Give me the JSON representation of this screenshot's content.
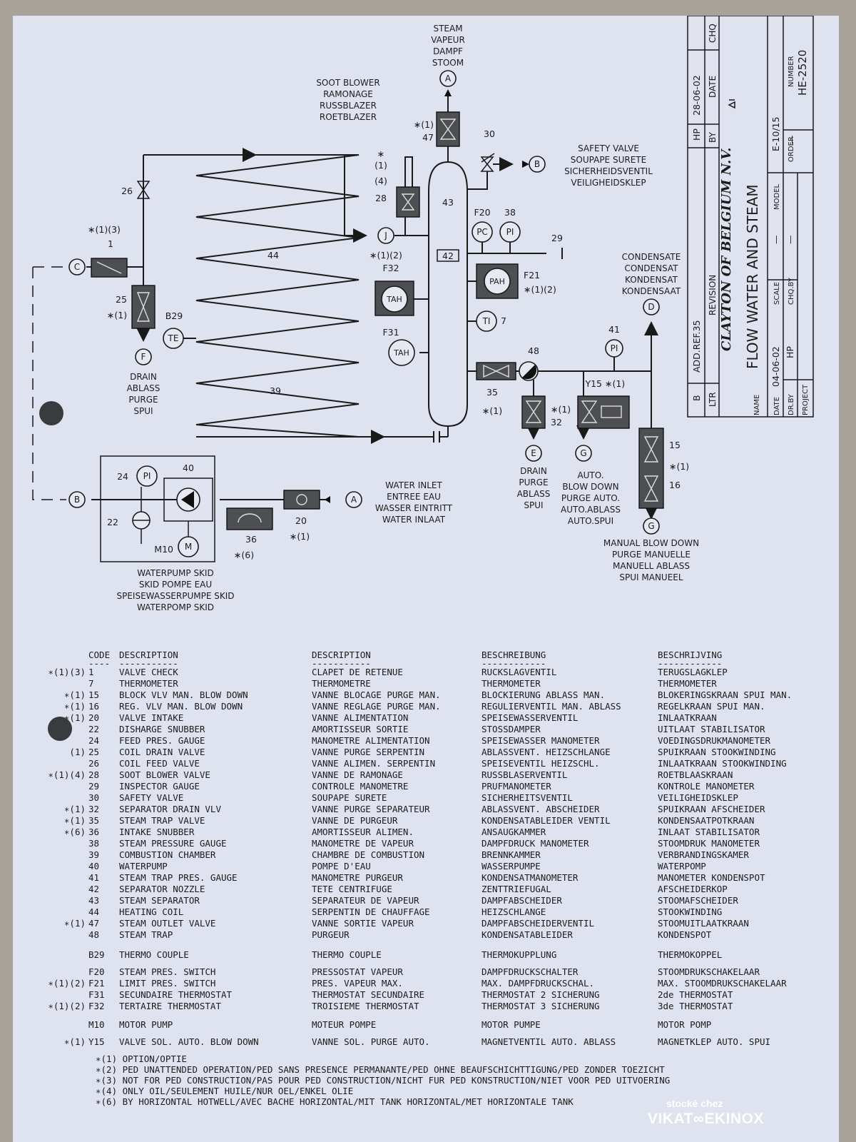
{
  "title_block": {
    "rev_letter": "B",
    "rev_text": "ADD.REF.35",
    "rev_by": "HP",
    "rev_date": "28-06-02",
    "h_ltr": "LTR",
    "h_revision": "REVISION",
    "h_by": "BY",
    "h_date": "DATE",
    "h_chq": "CHQ",
    "company": "CLAYTON OF BELGIUM N.V.",
    "h_name": "NAME",
    "drawing_name": "FLOW WATER AND STEAM",
    "h_date2": "DATE",
    "date_value": "04-06-02",
    "h_scale": "SCALE",
    "scale_value": "—",
    "h_model": "MODEL",
    "model_value": "E-10/15",
    "h_drby": "DR.BY",
    "drby_value": "HP",
    "h_chqby": "CHQ.BY",
    "chqby_value": "—",
    "h_order": "ORDER",
    "order_value": "—",
    "h_number": "NUMBER",
    "number_value": "HE-2520",
    "h_project": "PROJECT"
  },
  "diagram": {
    "steam": [
      "STEAM",
      "VAPEUR",
      "DAMPF",
      "STOOM"
    ],
    "soot_blower": [
      "SOOT BLOWER",
      "RAMONAGE",
      "RUSSBLAZER",
      "ROETBLAZER"
    ],
    "safety_valve": [
      "SAFETY VALVE",
      "SOUPAPE SURETE",
      "SICHERHEIDSVENTIL",
      "VEILIGHEIDSKLEP"
    ],
    "condensate": [
      "CONDENSATE",
      "CONDENSAT",
      "KONDENSAT",
      "KONDENSAAT"
    ],
    "drain_f": [
      "DRAIN",
      "ABLASS",
      "PURGE",
      "SPUI"
    ],
    "drain_e": [
      "DRAIN",
      "PURGE",
      "ABLASS",
      "SPUI"
    ],
    "auto_blow": [
      "AUTO.",
      "BLOW DOWN",
      "PURGE AUTO.",
      "AUTO.ABLASS",
      "AUTO.SPUI"
    ],
    "water_inlet": [
      "WATER INLET",
      "ENTREE EAU",
      "WASSER EINTRITT",
      "WATER INLAAT"
    ],
    "manual_blow": [
      "MANUAL BLOW DOWN",
      "PURGE MANUELLE",
      "MANUELL ABLASS",
      "SPUI MANUEEL"
    ],
    "pump_skid": [
      "WATERPUMP SKID",
      "SKID POMPE EAU",
      "SPEISEWASSERPUMPE SKID",
      "WATERPOMP SKID"
    ],
    "connectors": {
      "A": "A",
      "B": "B",
      "C": "C",
      "D": "D",
      "E": "E",
      "F": "F",
      "G": "G",
      "J": "J"
    },
    "instruments": {
      "PC": "PC",
      "PI": "PI",
      "TAH": "TAH",
      "TI": "TI",
      "TE": "TE",
      "M": "M",
      "PAH": "PAH"
    },
    "tags": {
      "t1": "1",
      "t7": "7",
      "t15": "15",
      "t16": "16",
      "t20": "20",
      "t22": "22",
      "t24": "24",
      "t25": "25",
      "t26": "26",
      "t28": "28",
      "t29": "29",
      "t30": "30",
      "t32": "32",
      "t35": "35",
      "t36": "36",
      "t38": "38",
      "t39": "39",
      "t40": "40",
      "t41": "41",
      "t42": "42",
      "t43": "43",
      "t44": "44",
      "t47": "47",
      "t48": "48",
      "tB29": "B29",
      "tF20": "F20",
      "tF21": "F21",
      "tF31": "F31",
      "tF32": "F32",
      "tM10": "M10",
      "tY15": "Y15"
    },
    "notes": {
      "n_1": "∗(1)",
      "n_1_3": "∗(1)(3)",
      "n_1_2": "∗(1)(2)",
      "n_6": "∗(6)",
      "n_star": "∗",
      "n_p1": "(1)",
      "n_p4": "(4)",
      "n_y15": "∗(1)"
    }
  },
  "legend": {
    "headers": {
      "code": "CODE",
      "en": "DESCRIPTION",
      "fr": "DESCRIPTION",
      "de": "BESCHREIBUNG",
      "nl": "BESCHRIJVING"
    },
    "underlines": {
      "code": "----",
      "en": "-----------",
      "fr": "-----------",
      "de": "------------",
      "nl": "------------"
    },
    "rows": [
      {
        "mark": "∗(1)(3)",
        "code": "1",
        "en": "VALVE CHECK",
        "fr": "CLAPET DE RETENUE",
        "de": "RUCKSLAGVENTIL",
        "nl": "TERUGSLAGKLEP"
      },
      {
        "mark": "",
        "code": "7",
        "en": "THERMOMETER",
        "fr": "THERMOMETRE",
        "de": "THERMOMETER",
        "nl": "THERMOMETER"
      },
      {
        "mark": "∗(1)",
        "code": "15",
        "en": "BLOCK VLV MAN. BLOW DOWN",
        "fr": "VANNE BLOCAGE PURGE MAN.",
        "de": "BLOCKIERUNG ABLASS MAN.",
        "nl": "BLOKERINGSKRAAN SPUI MAN."
      },
      {
        "mark": "∗(1)",
        "code": "16",
        "en": "REG. VLV MAN. BLOW DOWN",
        "fr": "VANNE REGLAGE PURGE MAN.",
        "de": "REGULIERVENTIL MAN. ABLASS",
        "nl": "REGELKRAAN SPUI MAN."
      },
      {
        "mark": "∗(1)",
        "code": "20",
        "en": "VALVE INTAKE",
        "fr": "VANNE ALIMENTATION",
        "de": "SPEISEWASSERVENTIL",
        "nl": "INLAATKRAAN"
      },
      {
        "mark": "",
        "code": "22",
        "en": "DISHARGE SNUBBER",
        "fr": "AMORTISSEUR SORTIE",
        "de": "STOSSDAMPER",
        "nl": "UITLAAT STABILISATOR"
      },
      {
        "mark": "",
        "code": "24",
        "en": "FEED PRES. GAUGE",
        "fr": "MANOMETRE ALIMENTATION",
        "de": "SPEISEWASSER MANOMETER",
        "nl": "VOEDINGSDRUKMANOMETER"
      },
      {
        "mark": "(1)",
        "code": "25",
        "en": "COIL DRAIN VALVE",
        "fr": "VANNE PURGE SERPENTIN",
        "de": "ABLASSVENT. HEIZSCHLANGE",
        "nl": "SPUIKRAAN STOOKWINDING"
      },
      {
        "mark": "",
        "code": "26",
        "en": "COIL FEED VALVE",
        "fr": "VANNE ALIMEN. SERPENTIN",
        "de": "SPEISEVENTIL HEIZSCHL.",
        "nl": "INLAATKRAAN STOOKWINDING"
      },
      {
        "mark": "∗(1)(4)",
        "code": "28",
        "en": "SOOT BLOWER VALVE",
        "fr": "VANNE DE RAMONAGE",
        "de": "RUSSBLASERVENTIL",
        "nl": "ROETBLAASKRAAN"
      },
      {
        "mark": "",
        "code": "29",
        "en": "INSPECTOR GAUGE",
        "fr": "CONTROLE MANOMETRE",
        "de": "PRUFMANOMETER",
        "nl": "KONTROLE MANOMETER"
      },
      {
        "mark": "",
        "code": "30",
        "en": "SAFETY VALVE",
        "fr": "SOUPAPE SURETE",
        "de": "SICHERHEITSVENTIL",
        "nl": "VEILIGHEIDSKLEP"
      },
      {
        "mark": "∗(1)",
        "code": "32",
        "en": "SEPARATOR DRAIN VLV",
        "fr": "VANNE PURGE SEPARATEUR",
        "de": "ABLASSVENT. ABSCHEIDER",
        "nl": "SPUIKRAAN AFSCHEIDER"
      },
      {
        "mark": "∗(1)",
        "code": "35",
        "en": "STEAM TRAP VALVE",
        "fr": "VANNE DE PURGEUR",
        "de": "KONDENSATABLEIDER VENTIL",
        "nl": "KONDENSAATPOTKRAAN"
      },
      {
        "mark": "∗(6)",
        "code": "36",
        "en": "INTAKE SNUBBER",
        "fr": "AMORTISSEUR ALIMEN.",
        "de": "ANSAUGKAMMER",
        "nl": "INLAAT STABILISATOR"
      },
      {
        "mark": "",
        "code": "38",
        "en": "STEAM PRESSURE GAUGE",
        "fr": "MANOMETRE DE VAPEUR",
        "de": "DAMPFDRUCK MANOMETER",
        "nl": "STOOMDRUK MANOMETER"
      },
      {
        "mark": "",
        "code": "39",
        "en": "COMBUSTION CHAMBER",
        "fr": "CHAMBRE DE COMBUSTION",
        "de": "BRENNKAMMER",
        "nl": "VERBRANDINGSKAMER"
      },
      {
        "mark": "",
        "code": "40",
        "en": "WATERPUMP",
        "fr": "POMPE D'EAU",
        "de": "WASSERPUMPE",
        "nl": "WATERPOMP"
      },
      {
        "mark": "",
        "code": "41",
        "en": "STEAM TRAP PRES. GAUGE",
        "fr": "MANOMETRE PURGEUR",
        "de": "KONDENSATMANOMETER",
        "nl": "MANOMETER KONDENSPOT"
      },
      {
        "mark": "",
        "code": "42",
        "en": "SEPARATOR NOZZLE",
        "fr": "TETE CENTRIFUGE",
        "de": "ZENTTRIEFUGAL",
        "nl": "AFSCHEIDERKOP"
      },
      {
        "mark": "",
        "code": "43",
        "en": "STEAM SEPARATOR",
        "fr": "SEPARATEUR DE VAPEUR",
        "de": "DAMPFABSCHEIDER",
        "nl": "STOOMAFSCHEIDER"
      },
      {
        "mark": "",
        "code": "44",
        "en": "HEATING COIL",
        "fr": "SERPENTIN DE CHAUFFAGE",
        "de": "HEIZSCHLANGE",
        "nl": "STOOKWINDING"
      },
      {
        "mark": "∗(1)",
        "code": "47",
        "en": "STEAM OUTLET VALVE",
        "fr": "VANNE SORTIE VAPEUR",
        "de": "DAMPFABSCHEIDERVENTIL",
        "nl": "STOOMUITLAATKRAAN"
      },
      {
        "mark": "",
        "code": "48",
        "en": "STEAM TRAP",
        "fr": "PURGEUR",
        "de": "KONDENSATABLEIDER",
        "nl": "KONDENSPOT"
      },
      {
        "mark": "",
        "code": "B29",
        "en": "THERMO COUPLE",
        "fr": "THERMO COUPLE",
        "de": "THERMOKUPPLUNG",
        "nl": "THERMOKOPPEL"
      },
      {
        "mark": "",
        "code": "F20",
        "en": "STEAM PRES. SWITCH",
        "fr": "PRESSOSTAT VAPEUR",
        "de": "DAMPFDRUCKSCHALTER",
        "nl": "STOOMDRUKSCHAKELAAR"
      },
      {
        "mark": "∗(1)(2)",
        "code": "F21",
        "en": "LIMIT PRES. SWITCH",
        "fr": "PRES. VAPEUR MAX.",
        "de": "MAX. DAMPFDRUCKSCHAL.",
        "nl": "MAX. STOOMDRUKSCHAKELAAR"
      },
      {
        "mark": "",
        "code": "F31",
        "en": "SECUNDAIRE THERMOSTAT",
        "fr": "THERMOSTAT SECUNDAIRE",
        "de": "THERMOSTAT 2 SICHERUNG",
        "nl": "2de THERMOSTAT"
      },
      {
        "mark": "∗(1)(2)",
        "code": "F32",
        "en": "TERTAIRE THERMOSTAT",
        "fr": "TROISIEME THERMOSTAT",
        "de": "THERMOSTAT 3 SICHERUNG",
        "nl": "3de THERMOSTAT"
      },
      {
        "mark": "",
        "code": "M10",
        "en": "MOTOR PUMP",
        "fr": "MOTEUR POMPE",
        "de": "MOTOR PUMPE",
        "nl": "MOTOR POMP"
      },
      {
        "mark": "∗(1)",
        "code": "Y15",
        "en": "VALVE SOL. AUTO. BLOW DOWN",
        "fr": "VANNE SOL. PURGE AUTO.",
        "de": "MAGNETVENTIL AUTO. ABLASS",
        "nl": "MAGNETKLEP AUTO. SPUI"
      }
    ],
    "footnotes": [
      "∗(1)  OPTION/OPTIE",
      "∗(2)  PED UNATTENDED OPERATION/PED SANS PRESENCE PERMANANTE/PED OHNE BEAUFSCHICHTTIGUNG/PED ZONDER TOEZICHT",
      "∗(3)  NOT FOR PED CONSTRUCTION/PAS POUR PED CONSTRUCTION/NICHT FUR PED KONSTRUCTION/NIET VOOR PED UITVOERING",
      "∗(4)  ONLY OIL/SEULEMENT HUILE/NUR OEL/ENKEL OLIE",
      "∗(6)  BY HORIZONTAL HOTWELL/AVEC BACHE HORIZONTAL/MIT TANK HORIZONTAL/MET HORIZONTALE TANK"
    ]
  },
  "watermark": {
    "line1": "stocké chez",
    "brand": "VIKAT∞EKINOX"
  }
}
